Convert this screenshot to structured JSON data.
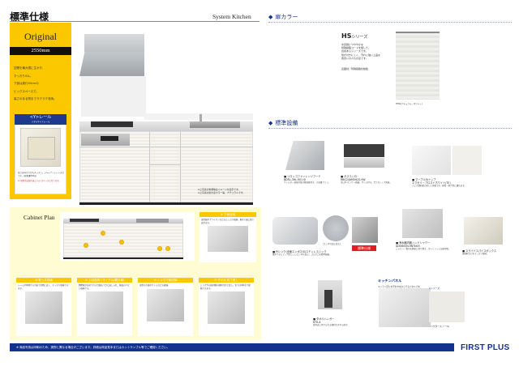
{
  "header": {
    "title": "標準仕様",
    "subtitle": "System Kitchen"
  },
  "original_panel": {
    "name": "Original",
    "size": "2550mm",
    "description": [
      "空間を最大限に生かす、",
      "すっきりIOL。",
      "下部は奥行45cmの",
      "ビッグスペースで、",
      "高さのある物までラクラク収納。"
    ],
    "y_rail": {
      "title": "<Y>レール",
      "subtitle": "メタルサイドレール",
      "note": "高さ方向すりがたキッチン。ジャイアントレーススです。(耐荷重30kg)",
      "note_red": "※ 全開引出部引出しへの スペースとなります。"
    }
  },
  "kitchen_note": [
    "※上写真の色柄等はイメージを表示です。",
    "※上写真の扉の扉カラー等、ナチュラルです。"
  ],
  "cabinet_plan": {
    "title": "Cabinet Plan",
    "markers": [
      "1",
      "2",
      "3",
      "4",
      "5"
    ],
    "cards": [
      {
        "id": "1",
        "head": "① 下段収納",
        "text": "深型鍋やフライパンなどもたっぷり収納。奥まで楽に取り出せます。"
      },
      {
        "id": "2",
        "head": "② 取っ手収納",
        "text": "レールが本体から引出で全開に近く、すっきり収納できます。"
      },
      {
        "id": "3",
        "head": "③ 上段収納リサイクル(開き扉)",
        "text": "開閉幅が広めで大きな鍋もラクに出し入れ、無駄の少ない収納です。"
      },
      {
        "id": "4",
        "head": "④ シンク下段収納",
        "text": "深型の大鍋やケトルなども収納。"
      },
      {
        "id": "5",
        "head": "⑤ タオル 包丁差し",
        "text": "シンク下の扉内側の便利な包丁差し。包丁は4本まで収納できます。"
      }
    ]
  },
  "door_color": {
    "section_title": "扉カラー",
    "series": "HS",
    "series_suffix": "シリーズ",
    "description": [
      "木目調につややかな",
      "特殊樹脂コートを施した、",
      "質感あるシリーズです。",
      "傷が付きにくく、汚れに強い上品な",
      "風合いの人気の扉です。"
    ],
    "material": "扉面材／特殊樹脂化粧板",
    "swatch_caption": "HSW(ナチュラル・ホワイト)"
  },
  "standard_equipment": {
    "section_title": "標準設備",
    "items": [
      {
        "name": "■ シロッコファンレンジフード",
        "model": "BDRL-3HL-901 SI",
        "desc": "フィルター清掃が楽な整流板付き。大容量ファン。"
      },
      {
        "name": "■ ガスコンロ",
        "model": "RBG24AM5H2S-VW",
        "desc": "全口Si センサー搭載。グリル付き。ガラストップ天板。"
      },
      {
        "name": "■ マーブルStトップ",
        "model": "エクセリーブロストホワイト(TE)",
        "desc": "人工大理石製の美しい天板です。耐熱・耐汚性に優れます。"
      },
      {
        "name": "■ PJシンク(全面エンボスSI)ステンレスシンク",
        "model": "",
        "desc": "傷がつきにくく汚れにくいエンボス加工。ゴミかごを標準装備。",
        "caption": "[エンボス加工拡大]"
      },
      {
        "name": "■ 浄水器内蔵ハンドシャワー",
        "model": "JA3060VN-9NTN03",
        "desc": "シャワー・整水を簡単に切り替え。カートリッジ交換可能。"
      },
      {
        "name": "■ スライドスパイスボックス",
        "model": "",
        "desc": "調味料などをすっきり収納。"
      },
      {
        "name": "■ タオルハンガー",
        "model": "KTH-A",
        "desc": "扉付近に付けられる便利なタオル掛け。"
      }
    ],
    "badge": "標準仕様",
    "kitchen_panel": {
      "title": "キッチンパネル",
      "subtitle": "キッチン回りを汚れや水から守るパネルです。",
      "series_label": "Cシリーズ",
      "swatch_caption": "パウダースノー(S)"
    }
  },
  "footer": {
    "note": "※ 商品写真は印刷のため、実物と異なる場合がございます。詳細は商品見本またはカットサンプル等でご確認ください。",
    "brand": "FIRST PLUS"
  },
  "colors": {
    "yellow": "#fbc800",
    "navy": "#14318e",
    "plan_bg": "#fffbd2",
    "red": "#e31b23"
  }
}
